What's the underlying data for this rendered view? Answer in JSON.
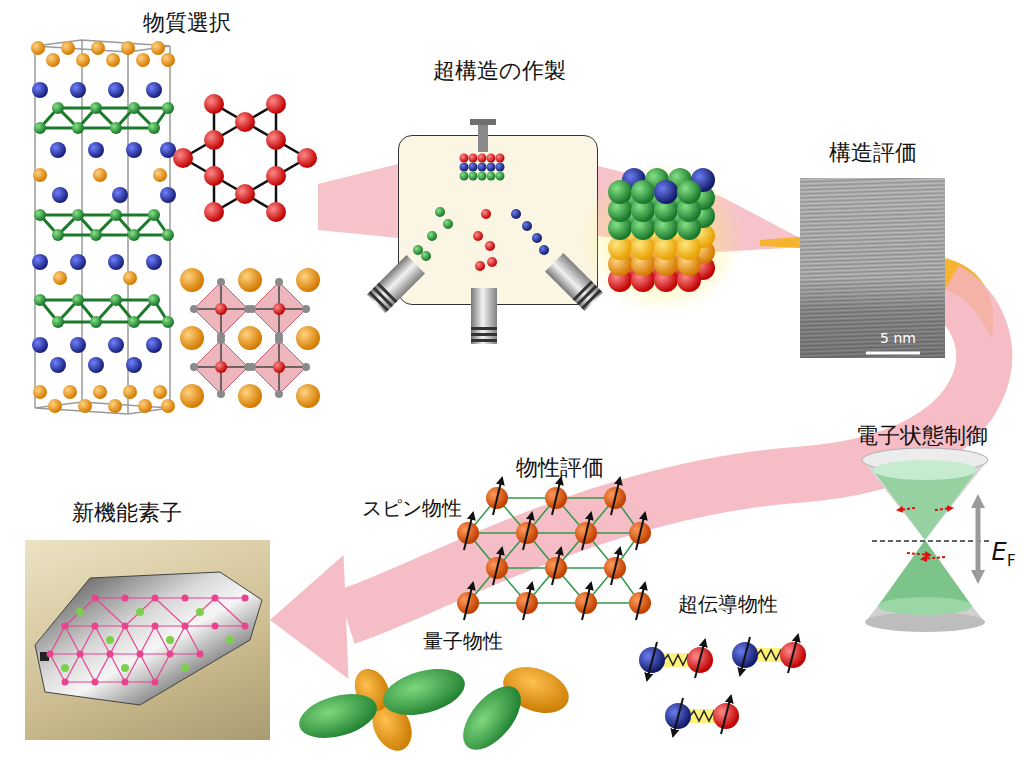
{
  "diagram": {
    "nodes": [
      {
        "text": [
          "超構造の作製"
        ]
      },
      {
        "text": [
          "構造評価",
          "5 nm"
        ]
      },
      {
        "text": [
          "新機能素子"
        ]
      }
    ],
    "edges": [
      {
        "from": 1,
        "to": 2,
        "arrow": "to"
      }
    ],
    "labels": [
      "物質選択",
      "電子状態制御",
      "E",
      "F",
      "物性評価",
      "スピン物性",
      "超伝導物性",
      "量子物性"
    ]
  }
}
